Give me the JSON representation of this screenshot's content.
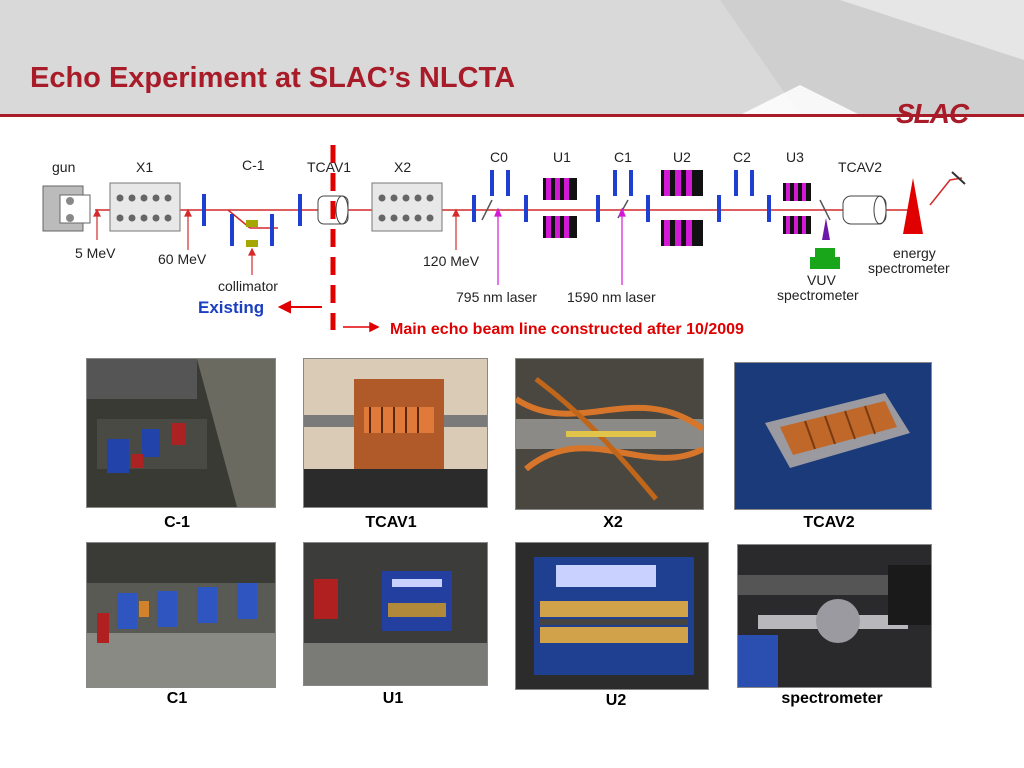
{
  "slide": {
    "title": "Echo Experiment at SLAC’s NLCTA",
    "logo_text": "SLAC"
  },
  "colors": {
    "title": "#a81c2a",
    "beamline": "#d42a2a",
    "magnet": "#1f3fd0",
    "undulator": "#d21ad6",
    "existing_label": "#1a3fc0",
    "main_label": "#e00000"
  },
  "diagram": {
    "component_labels": [
      "gun",
      "X1",
      "C-1",
      "TCAV1",
      "X2",
      "C0",
      "U1",
      "C1",
      "U2",
      "C2",
      "U3",
      "TCAV2"
    ],
    "energy_labels": [
      "5 MeV",
      "60 MeV",
      "120 MeV"
    ],
    "collimator_label": "collimator",
    "laser_labels": [
      "795 nm laser",
      "1590 nm laser"
    ],
    "vuv_label_1": "VUV",
    "vuv_label_2": "spectrometer",
    "energy_spec_label_1": "energy",
    "energy_spec_label_2": "spectrometer",
    "existing_label": "Existing",
    "main_line_label": "Main echo beam line constructed after 10/2009"
  },
  "photos": [
    {
      "caption": "C-1",
      "icon": "beamline-photo"
    },
    {
      "caption": "TCAV1",
      "icon": "rf-cavity-photo"
    },
    {
      "caption": "X2",
      "icon": "accelerator-structure-photo"
    },
    {
      "caption": "TCAV2",
      "icon": "rf-cavity-photo"
    },
    {
      "caption": "C1",
      "icon": "chicane-photo"
    },
    {
      "caption": "U1",
      "icon": "undulator-photo"
    },
    {
      "caption": "U2",
      "icon": "undulator-photo"
    },
    {
      "caption": "spectrometer",
      "icon": "spectrometer-photo"
    }
  ]
}
